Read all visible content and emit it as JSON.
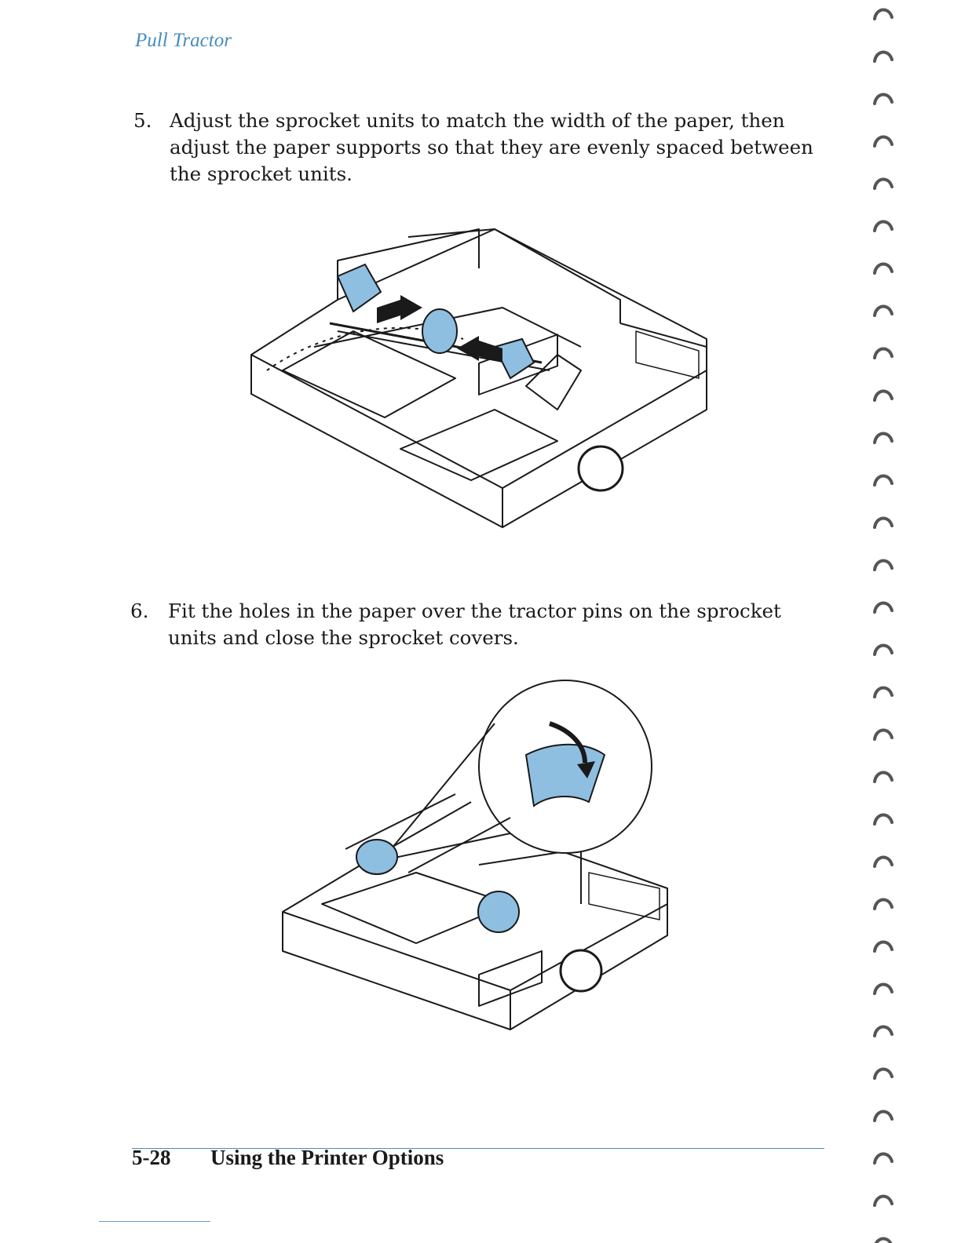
{
  "header": {
    "title": "Pull Tractor"
  },
  "steps": [
    {
      "number": "5.",
      "text": "Adjust the sprocket units to match the width of the paper, then adjust the paper supports so that they are evenly spaced between the sprocket units."
    },
    {
      "number": "6.",
      "text": "Fit the holes in the paper over the tractor pins on the sprocket units and close the sprocket covers."
    }
  ],
  "footer": {
    "page_number": "5-28",
    "section_title": "Using the Printer Options"
  },
  "colors": {
    "accent": "#4a8cbc",
    "highlight": "#8fbfe0",
    "ink": "#1a1a1a"
  }
}
